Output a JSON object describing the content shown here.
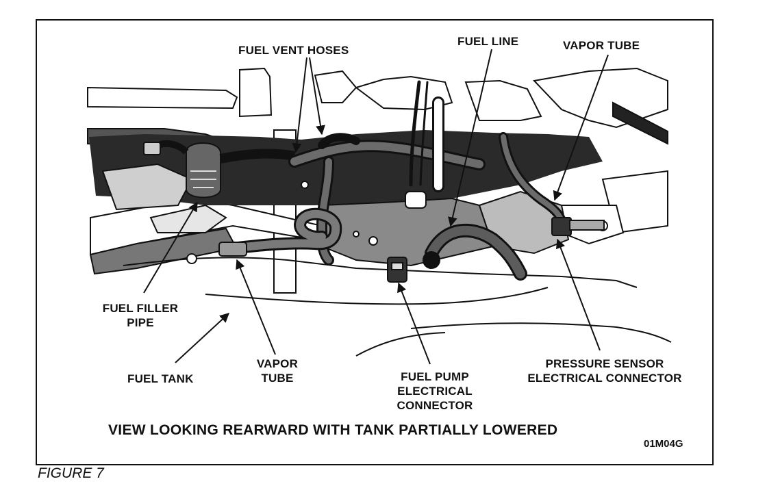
{
  "labels": {
    "fuel_vent_hoses": "FUEL VENT HOSES",
    "fuel_line": "FUEL LINE",
    "vapor_tube_top": "VAPOR TUBE",
    "fuel_filler_pipe_1": "FUEL FILLER",
    "fuel_filler_pipe_2": "PIPE",
    "fuel_tank": "FUEL TANK",
    "vapor_tube_1": "VAPOR",
    "vapor_tube_2": "TUBE",
    "fuel_pump_1": "FUEL PUMP",
    "fuel_pump_2": "ELECTRICAL",
    "fuel_pump_3": "CONNECTOR",
    "pressure_sensor_1": "PRESSURE SENSOR",
    "pressure_sensor_2": "ELECTRICAL CONNECTOR"
  },
  "caption": "VIEW LOOKING REARWARD WITH TANK PARTIALLY LOWERED",
  "code": "01M04G",
  "figure_label": "FIGURE 7"
}
